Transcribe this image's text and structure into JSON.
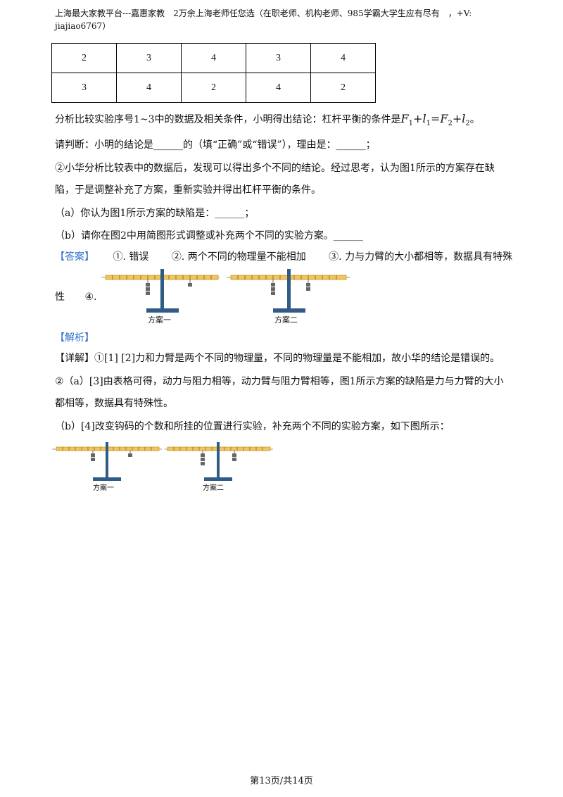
{
  "header": "上海最大家教平台---嘉惠家教　2万余上海老师任您选（在职老师、机构老师、985学霸大学生应有尽有　，+V: jiajiao6767）",
  "table": {
    "rows": [
      [
        "2",
        "3",
        "4",
        "3",
        "4"
      ],
      [
        "3",
        "4",
        "2",
        "4",
        "2"
      ]
    ]
  },
  "para1": "分析比较实验序号1~3中的数据及相关条件，小明得出结论：杠杆平衡的条件是",
  "formula": {
    "F1": "F",
    "s1": "1",
    "plus1": "+",
    "l1": "l",
    "s2": "1",
    "eq": "=",
    "F2": "F",
    "s3": "2",
    "plus2": "+",
    "l2": "l",
    "s4": "2",
    "end": "。"
  },
  "para2": "请判断：小明的结论是______的（填“正确”或“错误”），理由是：______；",
  "para3a": "②小华分析比较表中的数据后，发现可以得出多个不同的结论。经过思考，认为图1所示的方案存在缺",
  "para3b": "陷，于是调整补充了方案，重新实验并得出杠杆平衡的条件。",
  "para4": "（a）你认为图1所示方案的缺陷是：______；",
  "para5": "（b）请你在图2中用简图形式调整或补充两个不同的实验方案。______",
  "answer": {
    "tag": "【答案】",
    "items": [
      "①. 错误",
      "②. 两个不同的物理量不能相加",
      "③. 力与力臂的大小都相等，数据具有特殊"
    ],
    "cont": "性",
    "item4": "④."
  },
  "figures": {
    "plan1": "方案一",
    "plan2": "方案二"
  },
  "analysis_tag": "【解析】",
  "detail1": "【详解】①[1] [2]力和力臂是两个不同的物理量，不同的物理量是不能相加，故小华的结论是错误的。",
  "detail2a": "②（a）[3]由表格可得，动力与阻力相等，动力臂与阻力臂相等，图1所示方案的缺陷是力与力臂的大小",
  "detail2b": "都相等，数据具有特殊性。",
  "detail3": "（b）[4]改变钩码的个数和所挂的位置进行实验，补充两个不同的实验方案，如下图所示：",
  "footer": "第13页/共14页"
}
